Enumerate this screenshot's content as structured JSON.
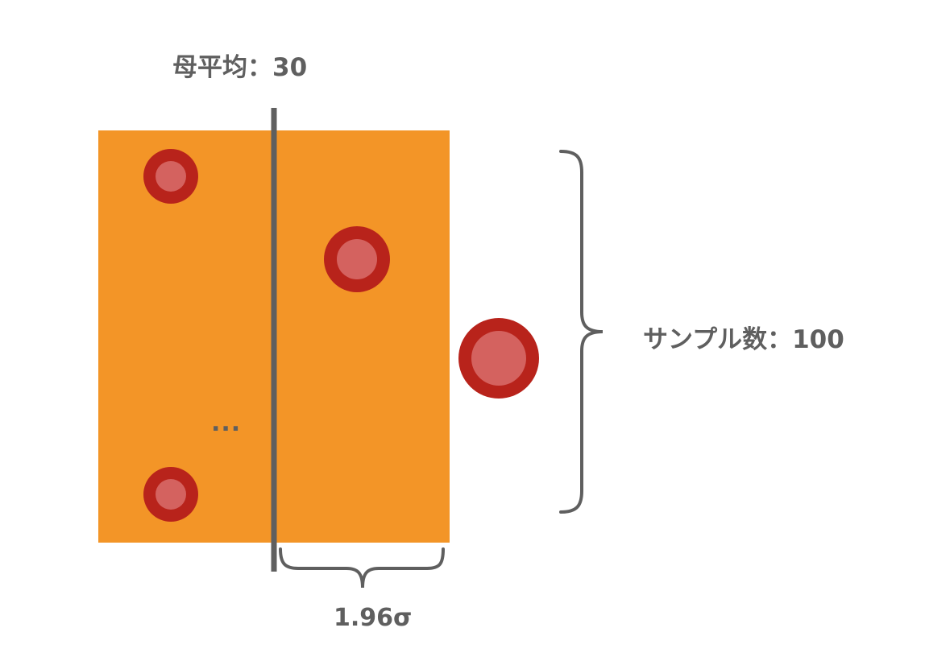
{
  "labels": {
    "population_mean": "母平均：30",
    "sample_count": "サンプル数：100",
    "interval": "1.96σ",
    "ellipsis": "..."
  },
  "colors": {
    "interval_fill": "#f39527",
    "mean_line": "#5f5f5f",
    "point_ring": "#b8231b",
    "point_fill": "#d4625f",
    "brace": "#5f5f5f",
    "text": "#5f5f5f"
  },
  "points": [
    {
      "role": "inside-left",
      "shape": "circle"
    },
    {
      "role": "inside-right",
      "shape": "circle"
    },
    {
      "role": "inside-left-bottom",
      "shape": "circle"
    },
    {
      "role": "outside",
      "shape": "circle"
    }
  ]
}
